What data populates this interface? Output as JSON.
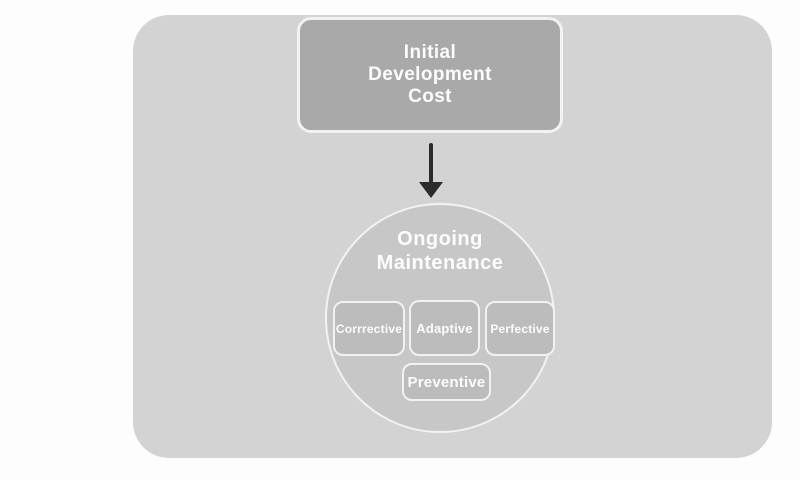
{
  "diagram": {
    "initial_node": {
      "lines": [
        "Initial",
        "Development",
        "Cost"
      ]
    },
    "arrow": {
      "direction": "down"
    },
    "maintenance_circle": {
      "title_lines": [
        "Ongoing",
        "Maintenance"
      ],
      "types_row": [
        {
          "label": "Corrrective"
        },
        {
          "label": "Adaptive"
        },
        {
          "label": "Perfective"
        }
      ],
      "type_bottom": {
        "label": "Preventive"
      }
    }
  },
  "colors": {
    "page_bg": "#fdfdfd",
    "canvas_bg": "#d3d3d3",
    "node_fill": "#a9a9a9",
    "circle_fill": "#c7c7c7",
    "chip_fill": "#bcbcbc",
    "border_light": "#f2f2f2",
    "text_light": "#fcfcfc",
    "arrow_color": "#2b2b2b"
  }
}
